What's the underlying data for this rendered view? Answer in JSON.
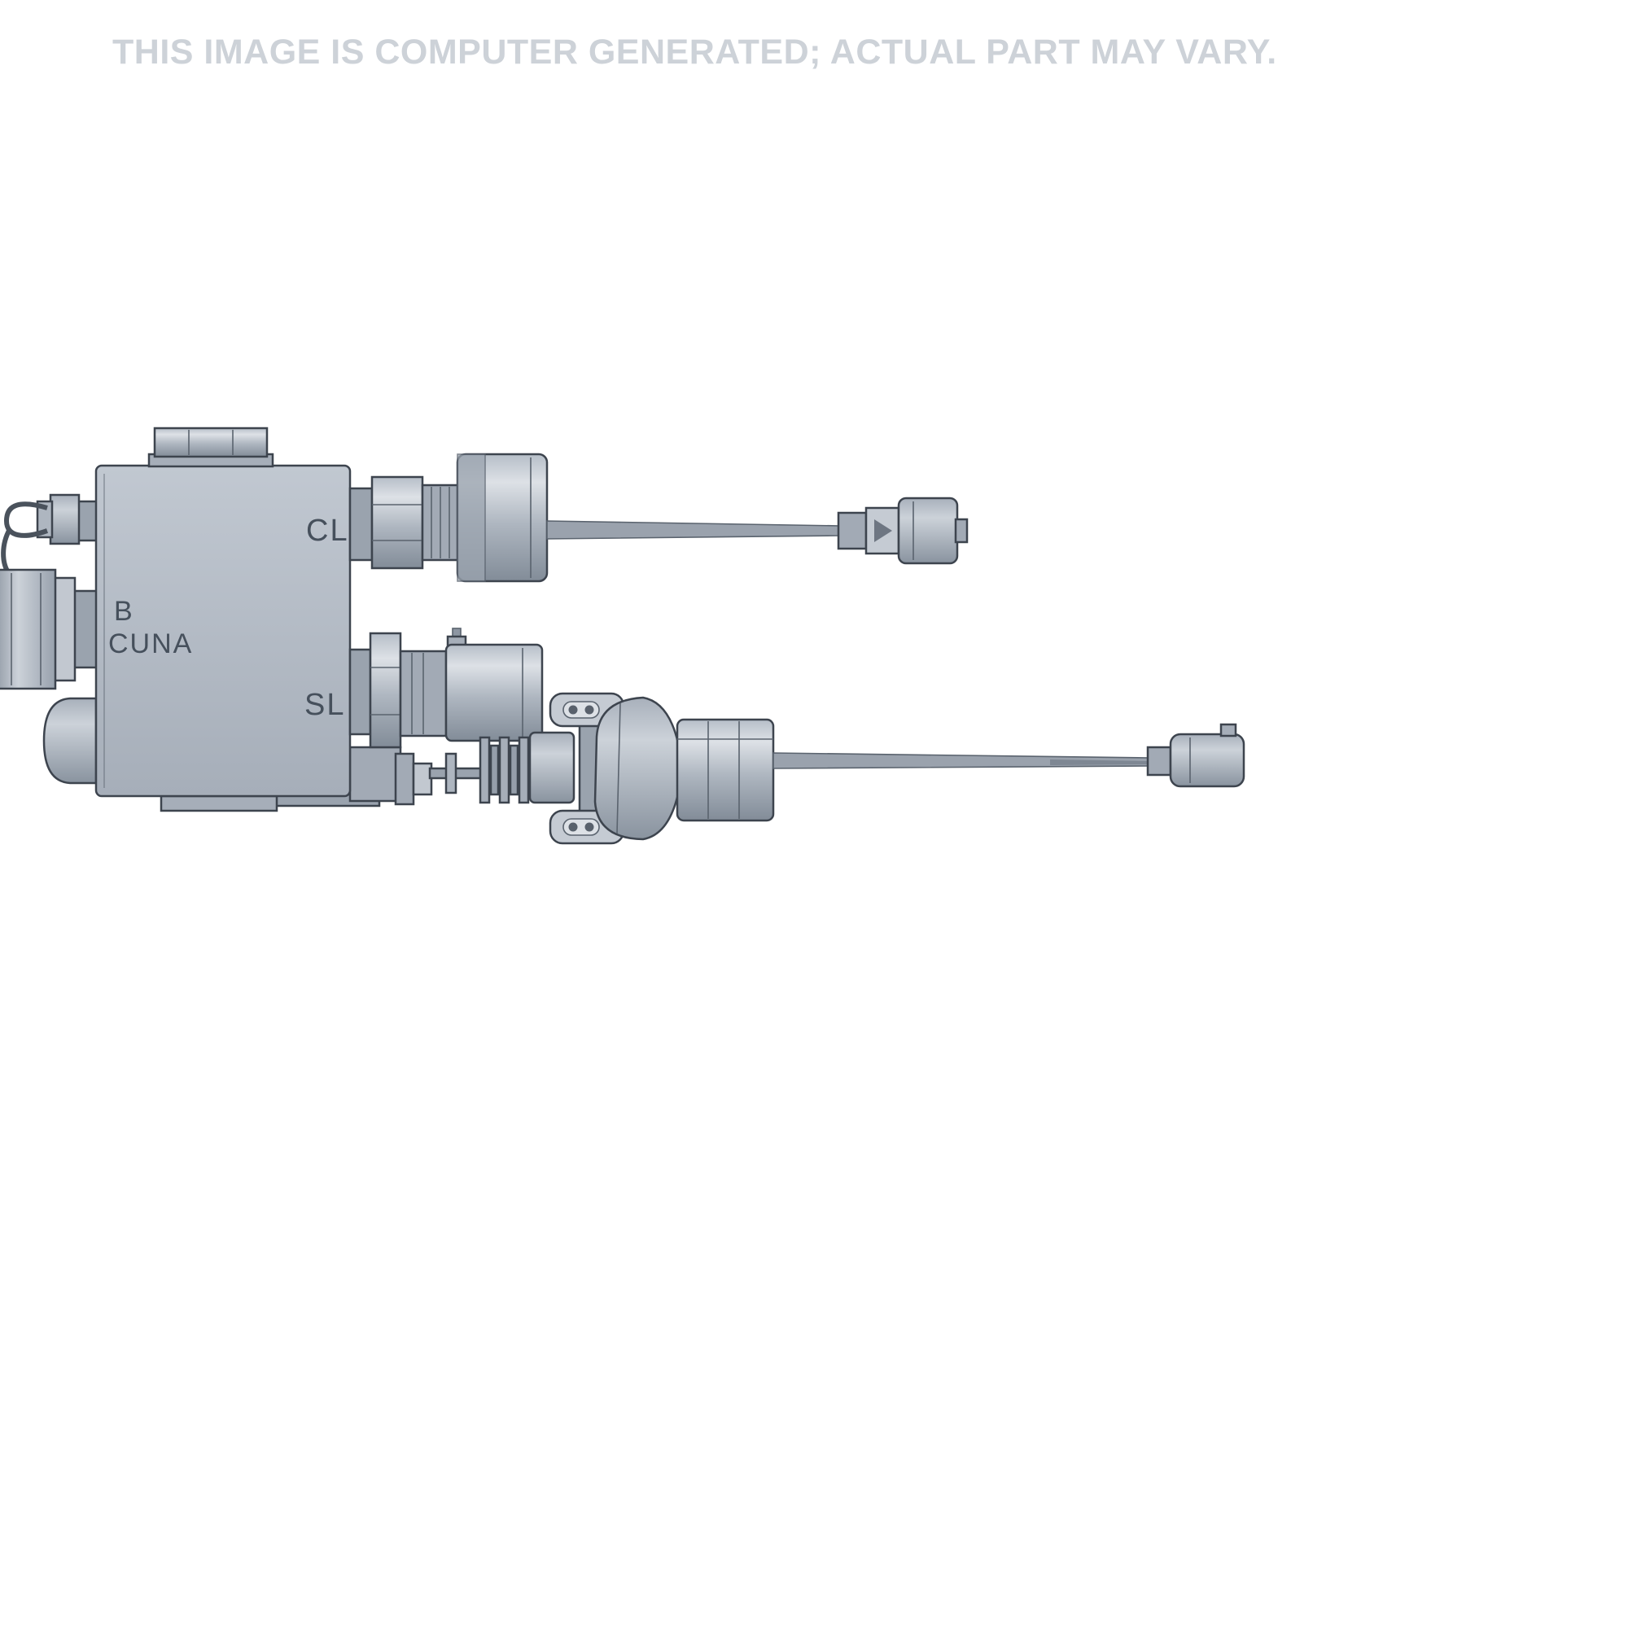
{
  "watermark": {
    "text": "THIS IMAGE IS COMPUTER GENERATED; ACTUAL PART MAY VARY."
  },
  "part": {
    "labels": {
      "port_cl": "CL",
      "port_b": "B",
      "brand": "CUNA",
      "port_sl": "SL"
    }
  },
  "colors": {
    "background": "#ffffff",
    "watermark_text": "#cdd2d8",
    "body_light": "#cdd3da",
    "body_mid": "#aeb6c0",
    "body_dark": "#8d96a2",
    "outline": "#3d444e",
    "label_text": "#46505c"
  }
}
